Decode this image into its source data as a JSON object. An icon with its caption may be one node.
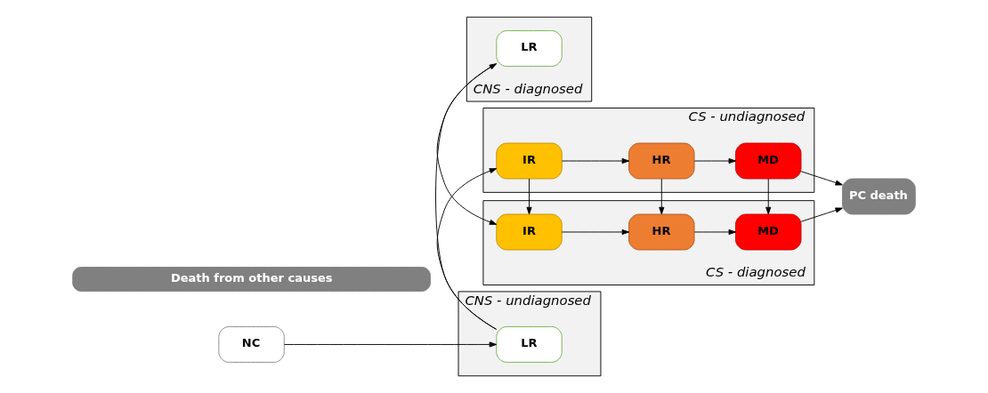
{
  "diagram": {
    "nodes": [
      {
        "text": [
          "NC"
        ]
      },
      {
        "text": [
          "CNS - undiagnosed"
        ]
      },
      {
        "text": [
          "LR"
        ],
        "in": 1
      },
      {
        "text": [
          "CS - undiagnosed"
        ]
      },
      {
        "text": [
          "IR"
        ],
        "in": 3
      },
      {
        "text": [
          "HR"
        ],
        "in": 3
      },
      {
        "text": [
          "MD"
        ],
        "in": 3
      },
      {
        "text": [
          "PC death"
        ]
      },
      {
        "text": [
          "CNS - diagnosed"
        ]
      },
      {
        "text": [
          "LR"
        ],
        "in": 8
      },
      {
        "text": [
          "CS - diagnosed"
        ]
      },
      {
        "text": [
          "IR"
        ],
        "in": 10
      },
      {
        "text": [
          "HR"
        ],
        "in": 10
      },
      {
        "text": [
          "MD"
        ],
        "in": 10
      },
      {
        "text": [
          "Death from other causes"
        ]
      }
    ],
    "edges": [
      {
        "from": 0,
        "to": 2,
        "arrow": "to"
      },
      {
        "from": 2,
        "to": 4,
        "arrow": "to"
      },
      {
        "from": 4,
        "to": 5,
        "arrow": "to"
      },
      {
        "from": 5,
        "to": 6,
        "arrow": "to"
      },
      {
        "from": 6,
        "to": 7,
        "arrow": "to"
      },
      {
        "from": 2,
        "to": 9,
        "arrow": "to"
      },
      {
        "from": 4,
        "to": 11,
        "arrow": "to"
      },
      {
        "from": 5,
        "to": 12,
        "arrow": "to"
      },
      {
        "from": 6,
        "to": 13,
        "arrow": "to"
      },
      {
        "from": 9,
        "to": 11,
        "arrow": "to"
      },
      {
        "from": 11,
        "to": 12,
        "arrow": "to"
      },
      {
        "from": 12,
        "to": 13,
        "arrow": "to"
      },
      {
        "from": 13,
        "to": 7,
        "arrow": "to"
      }
    ]
  }
}
